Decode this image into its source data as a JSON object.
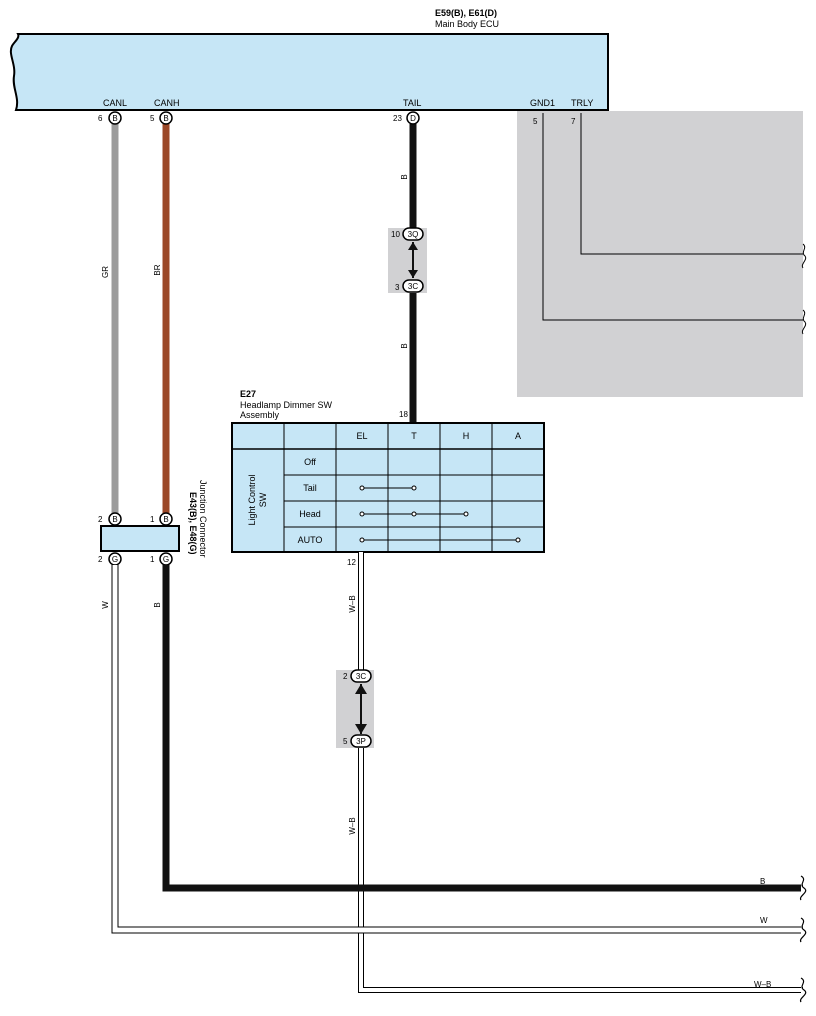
{
  "colors": {
    "ecu_fill": "#c6e6f6",
    "shade": "#d1d1d3",
    "wire_gr": "#9c9c9c",
    "wire_br": "#9b4828",
    "wire_b": "#111111",
    "wire_w": "#ffffff"
  },
  "ecu": {
    "connectors": "E59(B), E61(D)",
    "name": "Main Body ECU",
    "pins": [
      {
        "terminal": "CANL",
        "num": "6",
        "conn": "B"
      },
      {
        "terminal": "CANH",
        "num": "5",
        "conn": "B"
      },
      {
        "terminal": "TAIL",
        "num": "23",
        "conn": "D"
      },
      {
        "terminal": "GND1",
        "num": "5",
        "conn": ""
      },
      {
        "terminal": "TRLY",
        "num": "7",
        "conn": ""
      }
    ]
  },
  "wires": {
    "canl_color": "GR",
    "canh_color": "BR",
    "tail_upper": "B",
    "tail_lower": "B",
    "jc_left": "W",
    "jc_right": "B",
    "sw_upper": "W–B",
    "sw_lower": "W–B"
  },
  "inline1": {
    "top_num": "10",
    "top_conn": "3Q",
    "bot_num": "3",
    "bot_conn": "3C"
  },
  "inline2": {
    "top_num": "2",
    "top_conn": "3C",
    "bot_num": "5",
    "bot_conn": "3P"
  },
  "switch": {
    "code": "E27",
    "name_line1": "Headlamp Dimmer SW",
    "name_line2": "Assembly",
    "pin_top": "18",
    "pin_bottom": "12",
    "side_label_1": "Light Control",
    "side_label_2": "SW",
    "columns": [
      "EL",
      "T",
      "H",
      "A"
    ],
    "rows": [
      "Off",
      "Tail",
      "Head",
      "AUTO"
    ]
  },
  "junction": {
    "title": "E43(B), E48(G)",
    "subtitle": "Junction Connector",
    "top_left_num": "2",
    "top_left_conn": "B",
    "top_right_num": "1",
    "top_right_conn": "B",
    "bot_left_num": "2",
    "bot_left_conn": "G",
    "bot_right_num": "1",
    "bot_right_conn": "G"
  },
  "outputs": [
    "B",
    "W",
    "W–B"
  ]
}
